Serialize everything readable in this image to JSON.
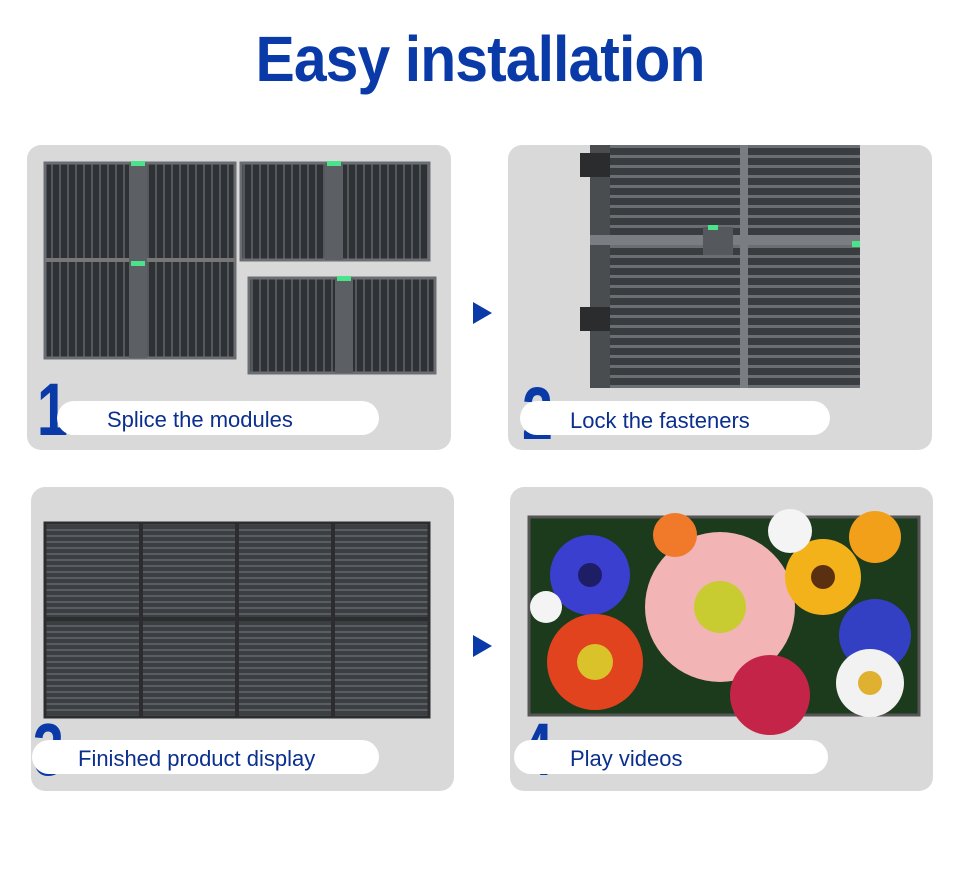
{
  "title": "Easy installation",
  "steps": [
    {
      "number": "1",
      "label": "Splice the modules"
    },
    {
      "number": "2",
      "label": "Lock the fasteners"
    },
    {
      "number": "3",
      "label": "Finished product display"
    },
    {
      "number": "4",
      "label": "Play videos"
    }
  ],
  "colors": {
    "accent": "#0a3aa8",
    "card_bg": "#d9d9d9",
    "module_green": "#4be38a"
  }
}
